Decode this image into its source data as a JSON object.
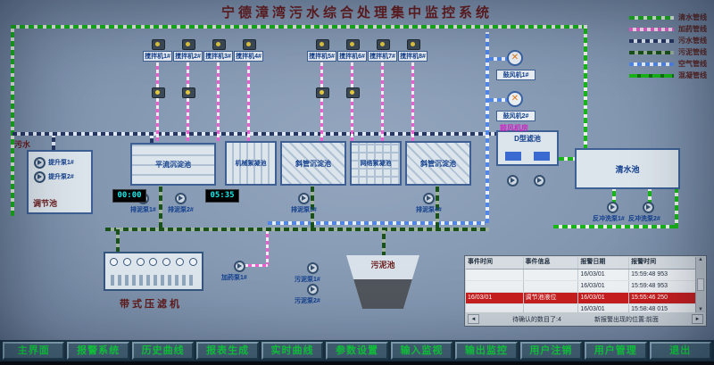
{
  "title": "宁德漳湾污水综合处理集中监控系统",
  "icons": {
    "up": "▲",
    "down": "▼",
    "left": "◄",
    "right": "►",
    "fan": "✕"
  },
  "legend": {
    "items": [
      {
        "label": "清水管线"
      },
      {
        "label": "加药管线"
      },
      {
        "label": "污水管线"
      },
      {
        "label": "污泥管线"
      },
      {
        "label": "空气管线"
      },
      {
        "label": "混凝管线"
      }
    ]
  },
  "labels": {
    "inlet": "污水",
    "regulation_tank": "调节池",
    "lift_pump_1": "提升泵1#",
    "lift_pump_2": "提升泵2#",
    "horizontal_sed_tank": "平流沉淀池",
    "mech_floc_tank": "机械絮凝池",
    "inclined_sed_tank_1": "斜管沉淀池",
    "grid_floc_tank": "网络絮凝池",
    "inclined_sed_tank_2": "斜管沉淀池",
    "d_filter": "D型滤池",
    "clear_water_tank": "清水池",
    "sludge_tank": "污泥池",
    "belt_press": "带式压滤机",
    "blower_1": "鼓风机1#",
    "blower_2": "鼓风机2#",
    "blower_room": "鼓风机房"
  },
  "mixers": [
    "搅拌机1#",
    "搅拌机2#",
    "搅拌机3#",
    "搅拌机4#",
    "搅拌机5#",
    "搅拌机6#",
    "搅拌机7#",
    "搅拌机8#"
  ],
  "pumps": [
    "排泥泵1#",
    "排泥泵2#",
    "排泥泵3#",
    "排泥泵4#",
    "污泥泵1#",
    "污泥泵2#",
    "加药泵1#",
    "反冲洗泵1#",
    "反冲洗泵2#"
  ],
  "timers": {
    "t1": "00:00",
    "t2": "05:35"
  },
  "alarm_table": {
    "headers": [
      "事件时间",
      "事件信息",
      "报警日期",
      "报警时间"
    ],
    "rows": [
      [
        "",
        "",
        "16/03/01",
        "15:59:48 953"
      ],
      [
        "",
        "",
        "16/03/01",
        "15:59:48 953"
      ],
      [
        "16/03/01",
        "调节池液位",
        "16/03/01",
        "15:55:46 250"
      ],
      [
        "",
        "",
        "16/03/01",
        "15:58:48 015"
      ]
    ],
    "footer_left": "待确认的数目了:4",
    "footer_right": "新报警出现的位置:前面"
  },
  "toolbar": {
    "buttons": [
      "主界面",
      "报警系统",
      "历史曲线",
      "报表生成",
      "实时曲线",
      "参数设置",
      "输入监视",
      "输出监控",
      "用户注销",
      "用户管理",
      "退出"
    ]
  }
}
